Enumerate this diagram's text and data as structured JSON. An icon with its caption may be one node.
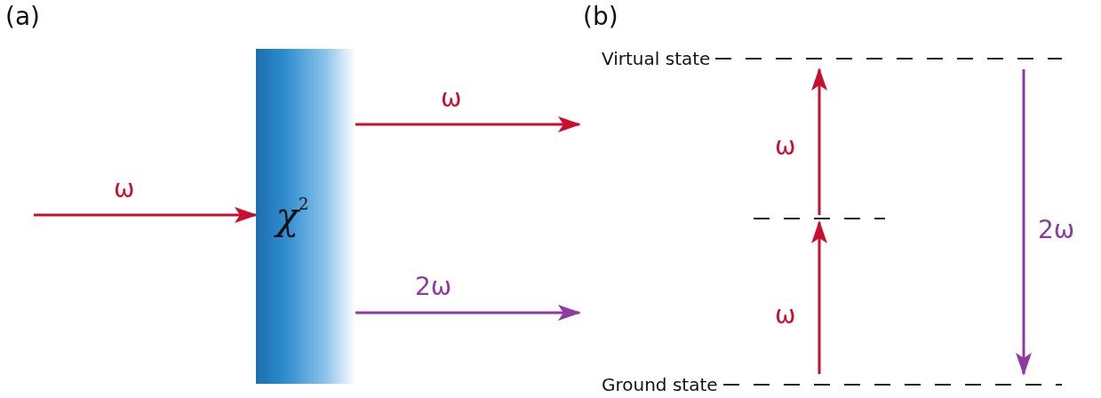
{
  "diagram": {
    "nodes": [
      {
        "text": [
          "χ$^{2}$"
        ]
      },
      {
        "text": [
          "Virtual state"
        ]
      },
      {
        "text": [],
        "shape": "bar"
      },
      {
        "text": [
          "Ground state"
        ]
      }
    ],
    "edges": [
      {
        "from": null,
        "to": 0,
        "arrow": "to",
        "label": "ω"
      },
      {
        "from": 0,
        "to": null,
        "arrow": "to",
        "label": "ω"
      },
      {
        "from": 0,
        "to": null,
        "arrow": "to",
        "label": "2ω",
        "color": "#8e3a9f"
      },
      {
        "from": 3,
        "to": 2,
        "arrow": "to",
        "label": "ω"
      },
      {
        "from": 2,
        "to": 1,
        "arrow": "to",
        "label": "ω"
      },
      {
        "from": 1,
        "to": 3,
        "arrow": "to",
        "label": "2ω",
        "color": "#8e3a9f"
      }
    ],
    "labels": [
      "(a)",
      "(b)"
    ]
  }
}
